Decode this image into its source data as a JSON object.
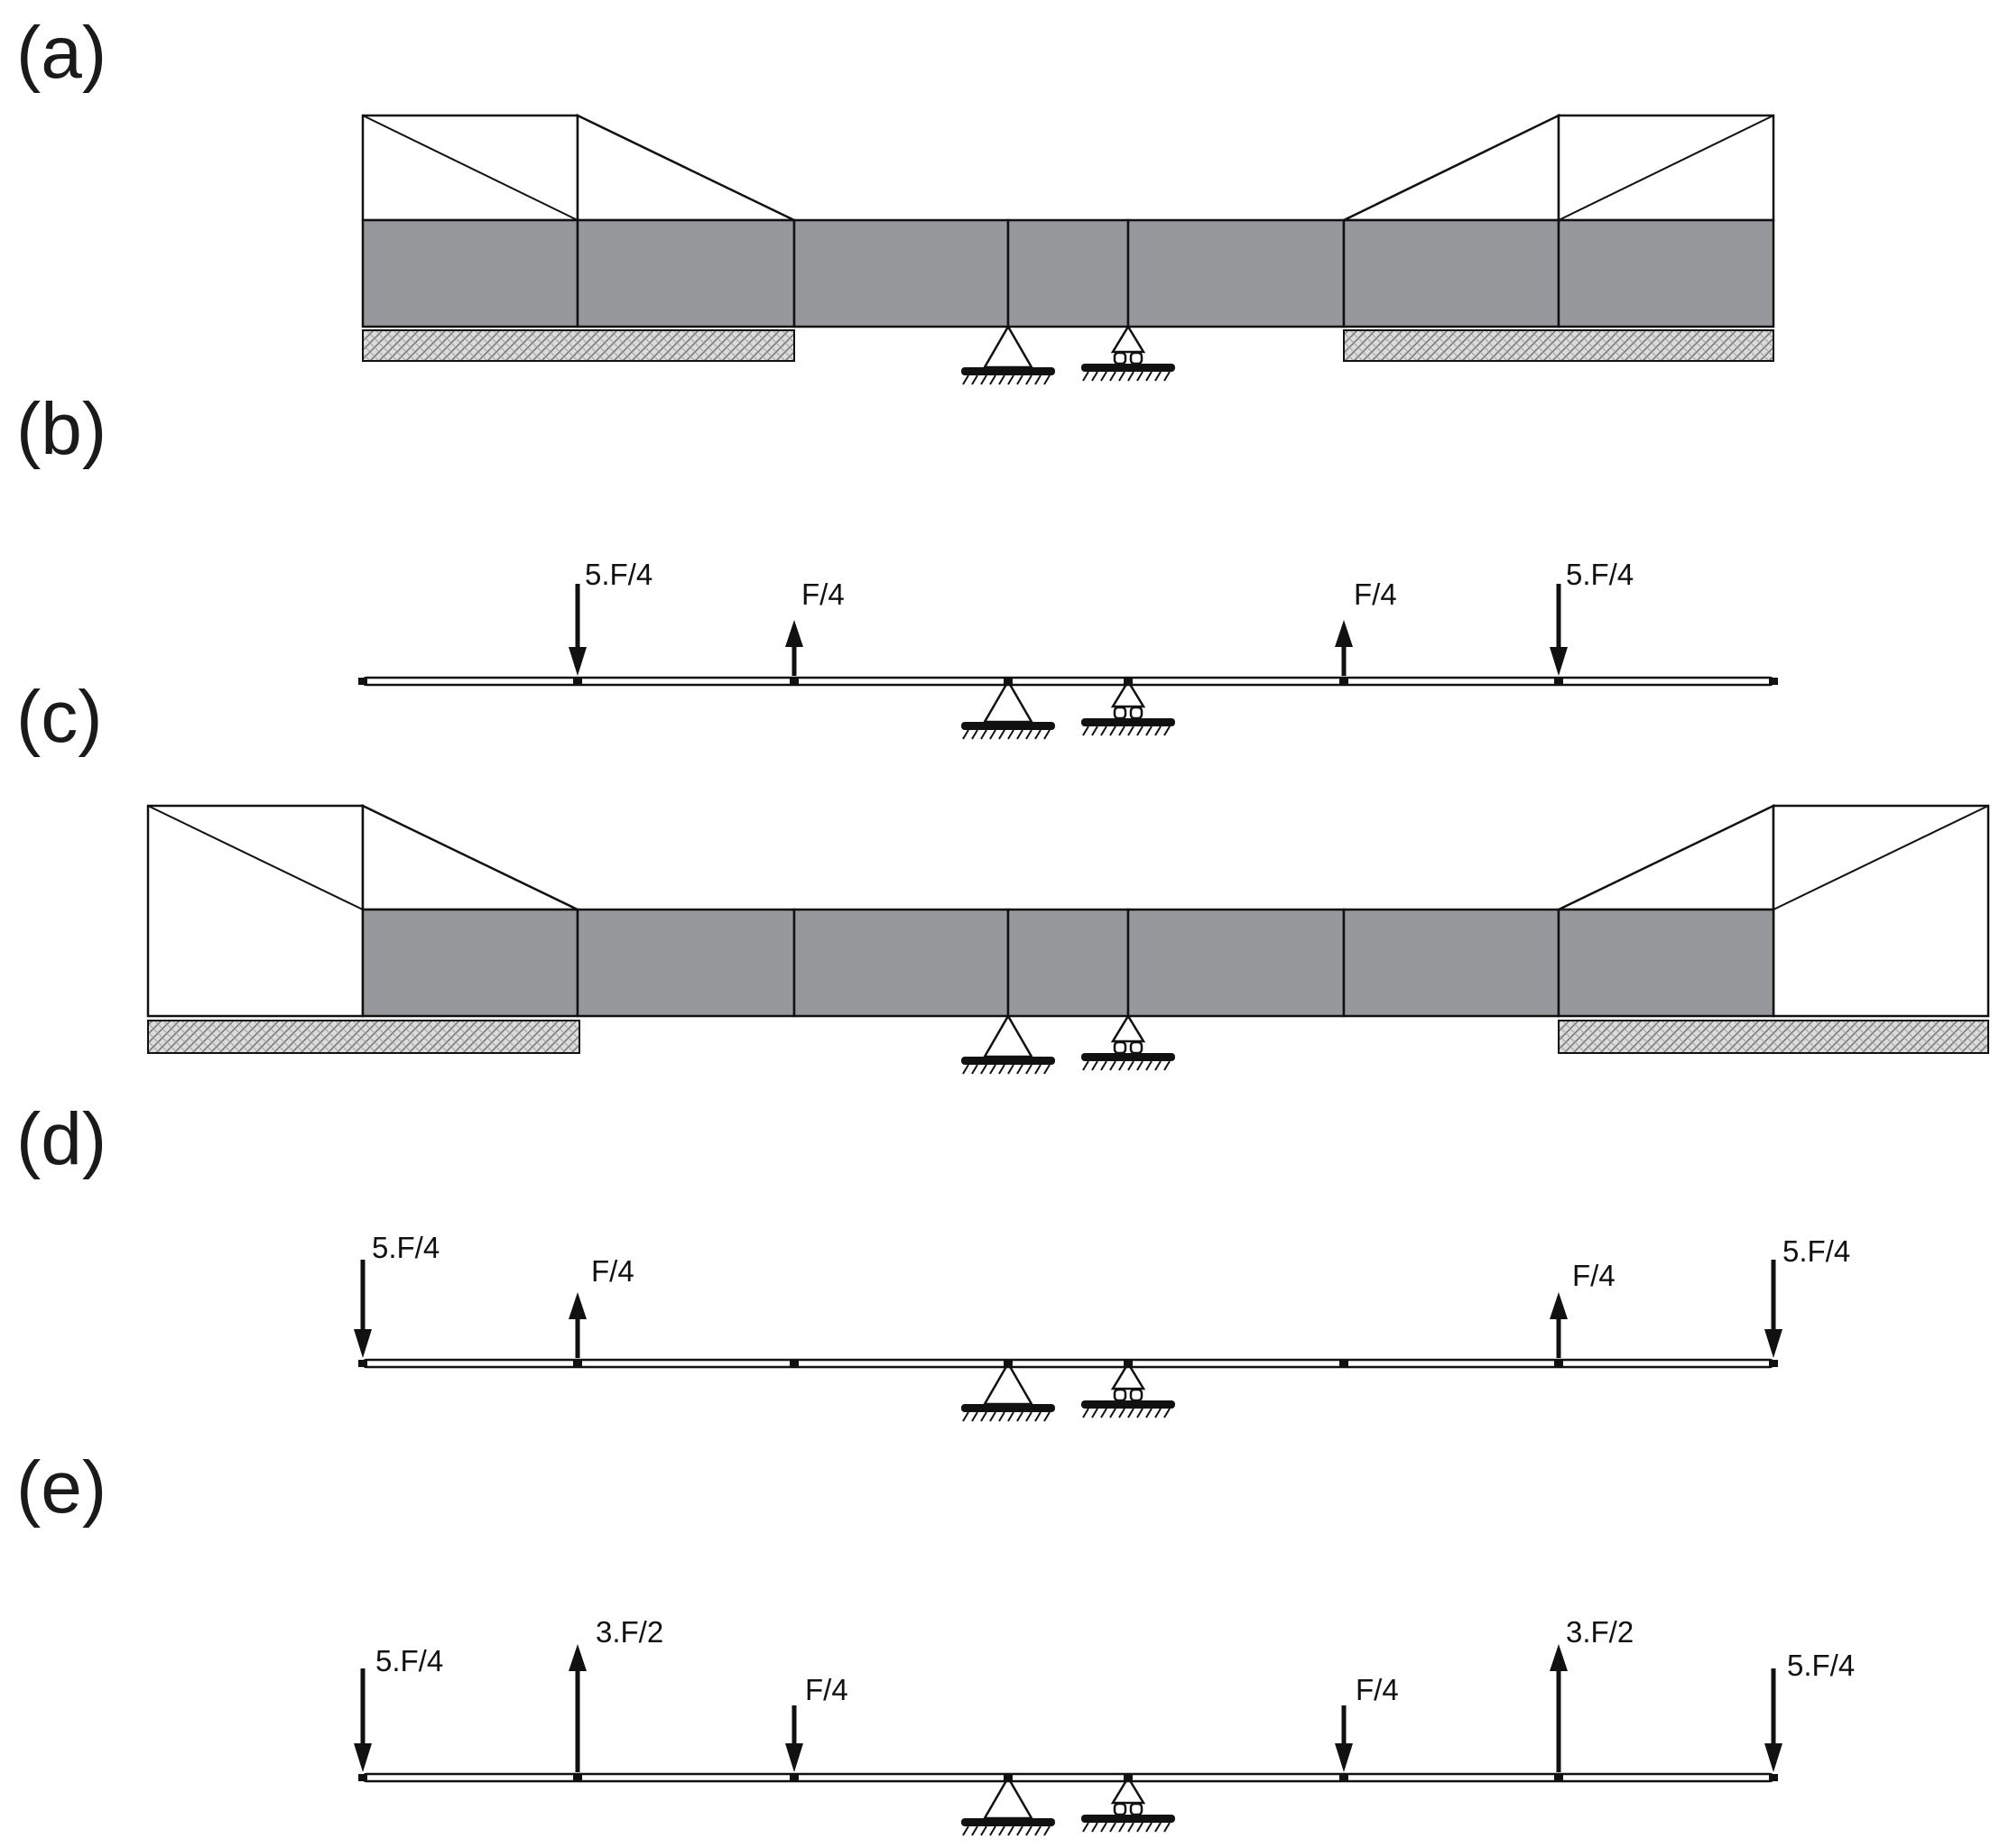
{
  "panels": {
    "a": {
      "label": "(a)"
    },
    "b": {
      "label": "(b)"
    },
    "c": {
      "label": "(c)"
    },
    "d": {
      "label": "(d)"
    },
    "e": {
      "label": "(e)"
    }
  },
  "loads": {
    "b": [
      {
        "label": "5.F/4",
        "direction": "down"
      },
      {
        "label": "F/4",
        "direction": "up"
      },
      {
        "label": "F/4",
        "direction": "up"
      },
      {
        "label": "5.F/4",
        "direction": "down"
      }
    ],
    "d": [
      {
        "label": "5.F/4",
        "direction": "down"
      },
      {
        "label": "F/4",
        "direction": "up"
      },
      {
        "label": "F/4",
        "direction": "up"
      },
      {
        "label": "5.F/4",
        "direction": "down"
      }
    ],
    "e": [
      {
        "label": "5.F/4",
        "direction": "down"
      },
      {
        "label": "3.F/2",
        "direction": "up"
      },
      {
        "label": "F/4",
        "direction": "down"
      },
      {
        "label": "F/4",
        "direction": "down"
      },
      {
        "label": "3.F/2",
        "direction": "up"
      },
      {
        "label": "5.F/4",
        "direction": "down"
      }
    ]
  },
  "colors": {
    "beam_fill": "#97989b",
    "line": "#111111",
    "soil_hatch": "#8a8a8a"
  }
}
